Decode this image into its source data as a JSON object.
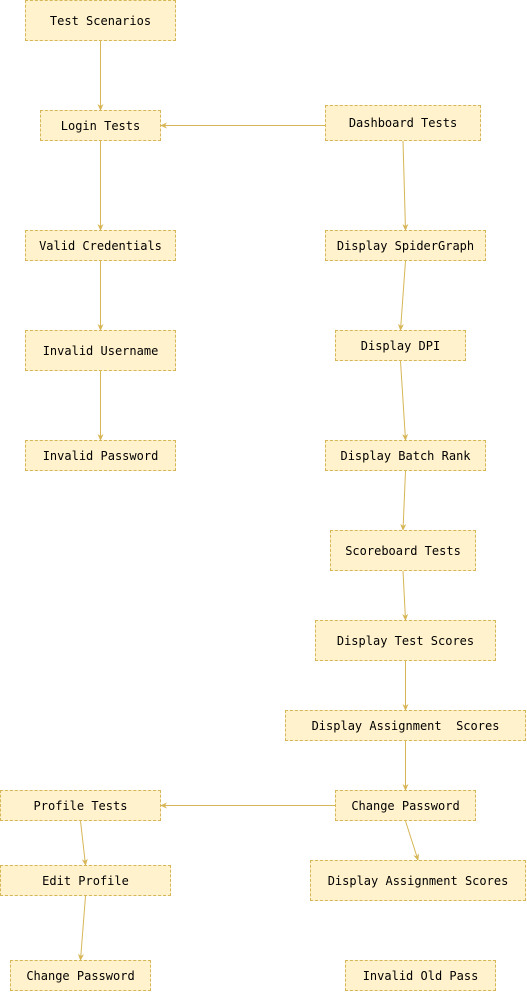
{
  "colors": {
    "node_fill": "#fff2cc",
    "node_border": "#d6b656",
    "edge": "#d6b656",
    "text": "#000000"
  },
  "nodes": {
    "test_scenarios": "Test Scenarios",
    "login_tests": "Login Tests",
    "dashboard_tests": "Dashboard Tests",
    "valid_credentials": "Valid Credentials",
    "display_spidergraph": "Display SpiderGraph",
    "invalid_username": "Invalid Username",
    "display_dpi": "Display DPI",
    "invalid_password": "Invalid Password",
    "display_batch_rank": "Display Batch Rank",
    "scoreboard_tests": "Scoreboard Tests",
    "display_test_scores": "Display Test Scores",
    "display_assignment_scores_1": "Display Assignment  Scores",
    "profile_tests": "Profile Tests",
    "change_password_right": "Change Password",
    "edit_profile": "Edit Profile",
    "display_assignment_scores_2": "Display Assignment Scores",
    "change_password_left": "Change Password",
    "invalid_old_pass": "Invalid Old Pass"
  },
  "edges": [
    [
      "test_scenarios",
      "login_tests"
    ],
    [
      "dashboard_tests",
      "login_tests"
    ],
    [
      "login_tests",
      "valid_credentials"
    ],
    [
      "valid_credentials",
      "invalid_username"
    ],
    [
      "invalid_username",
      "invalid_password"
    ],
    [
      "dashboard_tests",
      "display_spidergraph"
    ],
    [
      "display_spidergraph",
      "display_dpi"
    ],
    [
      "display_dpi",
      "display_batch_rank"
    ],
    [
      "display_batch_rank",
      "scoreboard_tests"
    ],
    [
      "scoreboard_tests",
      "display_test_scores"
    ],
    [
      "display_test_scores",
      "display_assignment_scores_1"
    ],
    [
      "display_assignment_scores_1",
      "change_password_right"
    ],
    [
      "change_password_right",
      "profile_tests"
    ],
    [
      "change_password_right",
      "display_assignment_scores_2"
    ],
    [
      "profile_tests",
      "edit_profile"
    ],
    [
      "edit_profile",
      "change_password_left"
    ]
  ]
}
